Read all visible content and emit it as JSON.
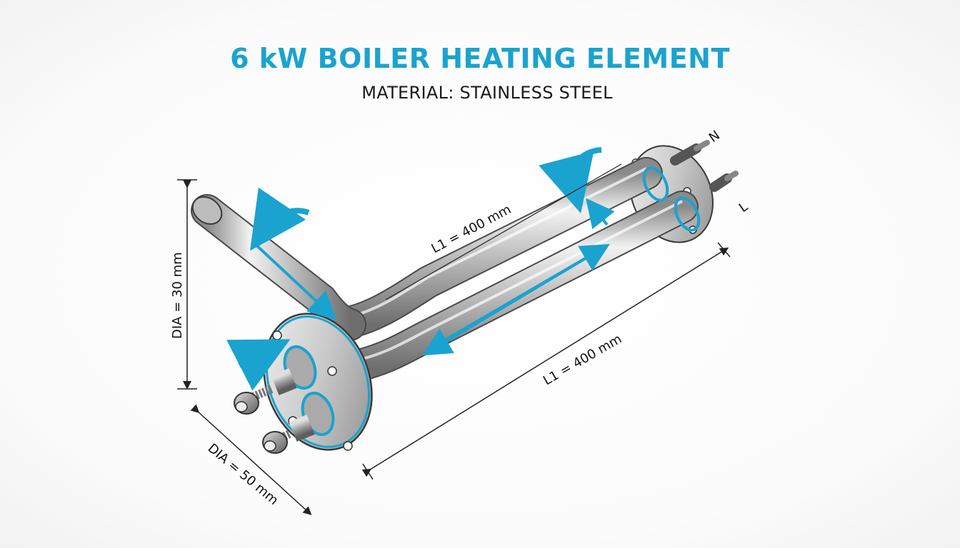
{
  "header": {
    "title": "6 kW BOILER HEATING ELEMENT",
    "subtitle": "MATERIAL: STAINLESS STEEL"
  },
  "dimensions": {
    "length_upper": "L1 = 400 mm",
    "length_lower": "L1 = 400 mm",
    "tube_diameter": "DIA = 30 mm",
    "flange_diameter": "DIA = 50 mm"
  },
  "terminals": {
    "neutral": "N",
    "live": "L"
  },
  "colors": {
    "accent": "#1aa3cf",
    "steel_light": "#e8e8e8",
    "steel_dark": "#8c8c8c",
    "outline": "#3a3a3a"
  }
}
